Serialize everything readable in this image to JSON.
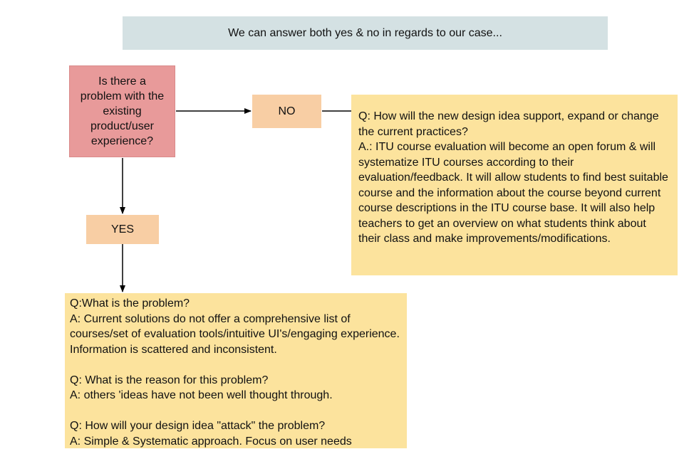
{
  "banner": {
    "text": "We can answer both yes & no in regards to our case..."
  },
  "question": {
    "text": "Is there a problem with the existing product/user experience?"
  },
  "branches": {
    "no_label": "NO",
    "yes_label": "YES"
  },
  "no_note": {
    "text": "Q: How will the new design idea support, expand or change the current practices?\nA.: ITU course evaluation will become an open forum & will systematize ITU courses according to their evaluation/feedback. It will allow students to find best suitable course and the information about the course beyond current course descriptions in the ITU course base. It will also help teachers to get an overview on what students think about their class and make improvements/modifications."
  },
  "yes_note": {
    "text": "Q:What is the problem?\nA: Current solutions do not offer a comprehensive list of courses/set of evaluation tools/intuitive UI's/engaging experience. Information is scattered and inconsistent.\n\nQ: What is the reason for this problem?\nA: others 'ideas have not been well thought through.\n\nQ: How will your design idea \"attack\" the problem?\nA: Simple & Systematic approach. Focus on user needs"
  },
  "colors": {
    "banner": "#d4e1e3",
    "question": "#e89a9a",
    "label": "#f8cea4",
    "note": "#fce39d"
  }
}
